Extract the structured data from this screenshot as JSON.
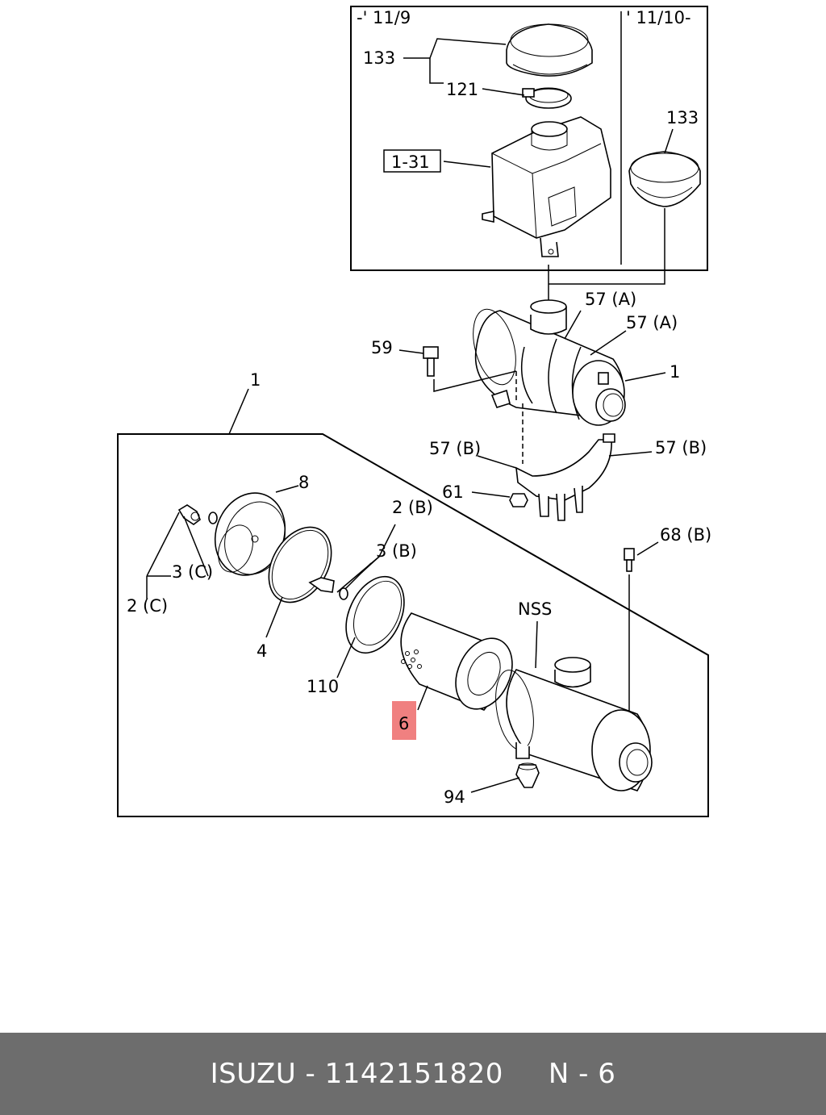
{
  "inset": {
    "left_range": "-' 11/9",
    "right_range": "' 11/10-"
  },
  "labels": {
    "l133a": "133",
    "l121": "121",
    "l131": "1-31",
    "l133b": "133",
    "l57a1": "57 (A)",
    "l57a2": "57 (A)",
    "l59": "59",
    "l1_top": "1",
    "l1_group": "1",
    "l57b1": "57 (B)",
    "l57b2": "57 (B)",
    "l61": "61",
    "l8": "8",
    "l2b": "2 (B)",
    "l3b": "3 (B)",
    "l68b": "68 (B)",
    "l3c": "3 (C)",
    "l2c": "2 (C)",
    "l4": "4",
    "l110": "110",
    "lnss": "NSS",
    "l6": "6",
    "l94": "94"
  },
  "highlight": {
    "part": "6",
    "color": "#f08080"
  },
  "footer": {
    "brand_part": "ISUZU - 1142151820",
    "ref": "N - 6",
    "background": "#6d6d6d"
  }
}
